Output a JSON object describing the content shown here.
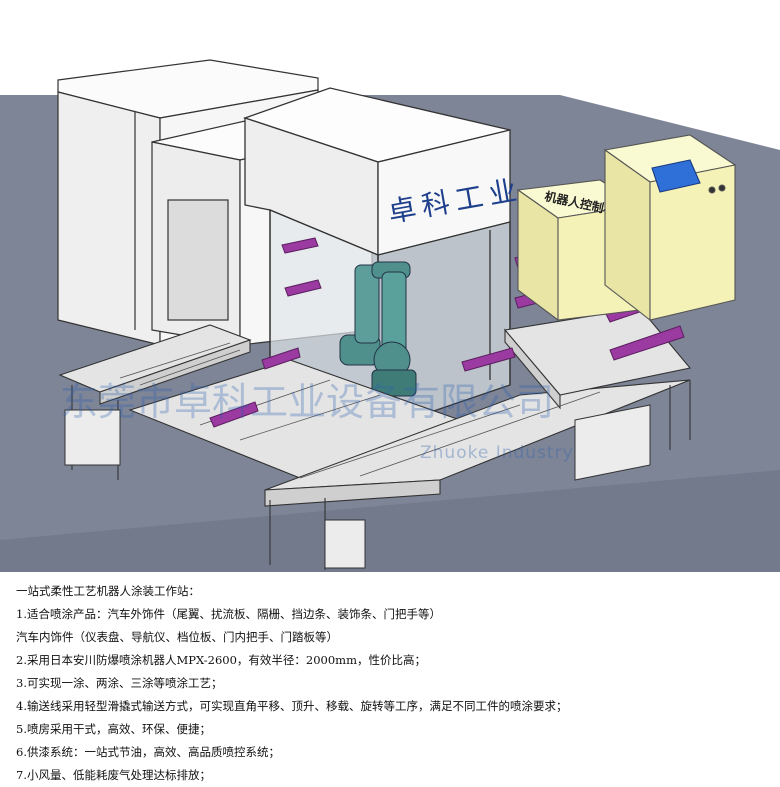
{
  "brand": {
    "cabinet_title": "卓科工业",
    "side_cabinet_label": "机器人控制柜"
  },
  "watermark": {
    "company_cn": "东莞市卓科工业设备有限公司",
    "company_en": "Zhuoke Industry"
  },
  "description": {
    "lines": [
      "一站式柔性工艺机器人涂装工作站：",
      "1.适合喷涂产品：汽车外饰件（尾翼、扰流板、隔栅、挡边条、装饰条、门把手等）",
      "汽车内饰件（仪表盘、导航仪、档位板、门内把手、门踏板等）",
      "2.采用日本安川防爆喷涂机器人MPX-2600，有效半径：2000mm，性价比高；",
      "3.可实现一涂、两涂、三涂等喷涂工艺；",
      "4.输送线采用轻型滑撬式输送方式，可实现直角平移、顶升、移载、旋转等工序，满足不同工件的喷涂要求；",
      "5.喷房采用干式，高效、环保、便捷；",
      "6.供漆系统：一站式节油，高效、高品质喷控系统；",
      "7.小风量、低能耗废气处理达标排放；"
    ]
  },
  "colors": {
    "floor": "#7e8597",
    "booth": "#f2f2f2",
    "outline": "#333333",
    "fixture": "#9b3aa0",
    "robot": "#4f8f8c",
    "cabinet": "#f5f2b8",
    "screen": "#2f6fd8",
    "brand_text": "#1e3f8c"
  }
}
